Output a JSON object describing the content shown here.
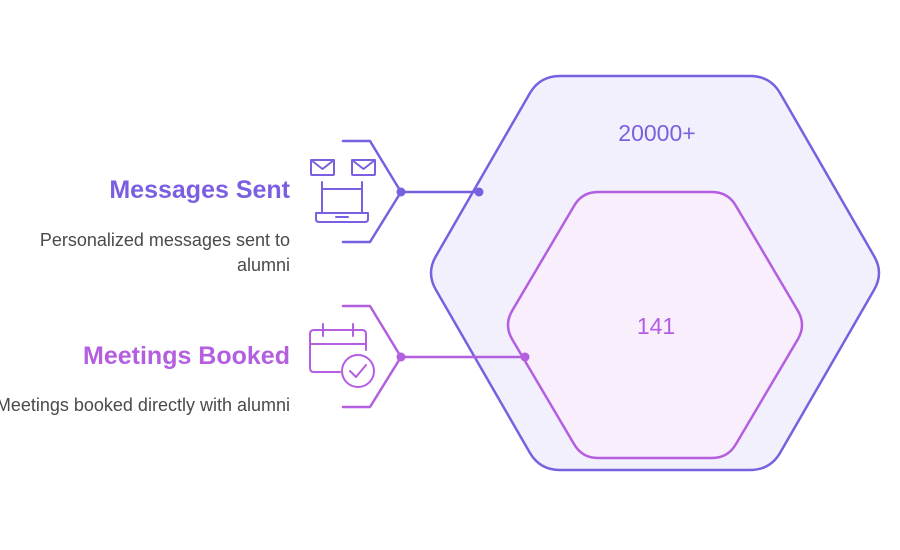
{
  "colors": {
    "outer_stroke": "#7860E0",
    "outer_fill": "#F1F0FC",
    "inner_stroke": "#B45EE0",
    "inner_fill": "#F9EEFC",
    "messages_color": "#7C5FE0",
    "meetings_color": "#B45EE0",
    "description_text": "#4a4a4a"
  },
  "metrics": [
    {
      "title": "Messages Sent",
      "description": "Personalized messages sent to alumni",
      "value": "20000+",
      "icon": "laptop-envelopes-icon"
    },
    {
      "title": "Meetings Booked",
      "description": "Meetings booked directly with alumni",
      "value": "141",
      "icon": "calendar-check-icon"
    }
  ]
}
